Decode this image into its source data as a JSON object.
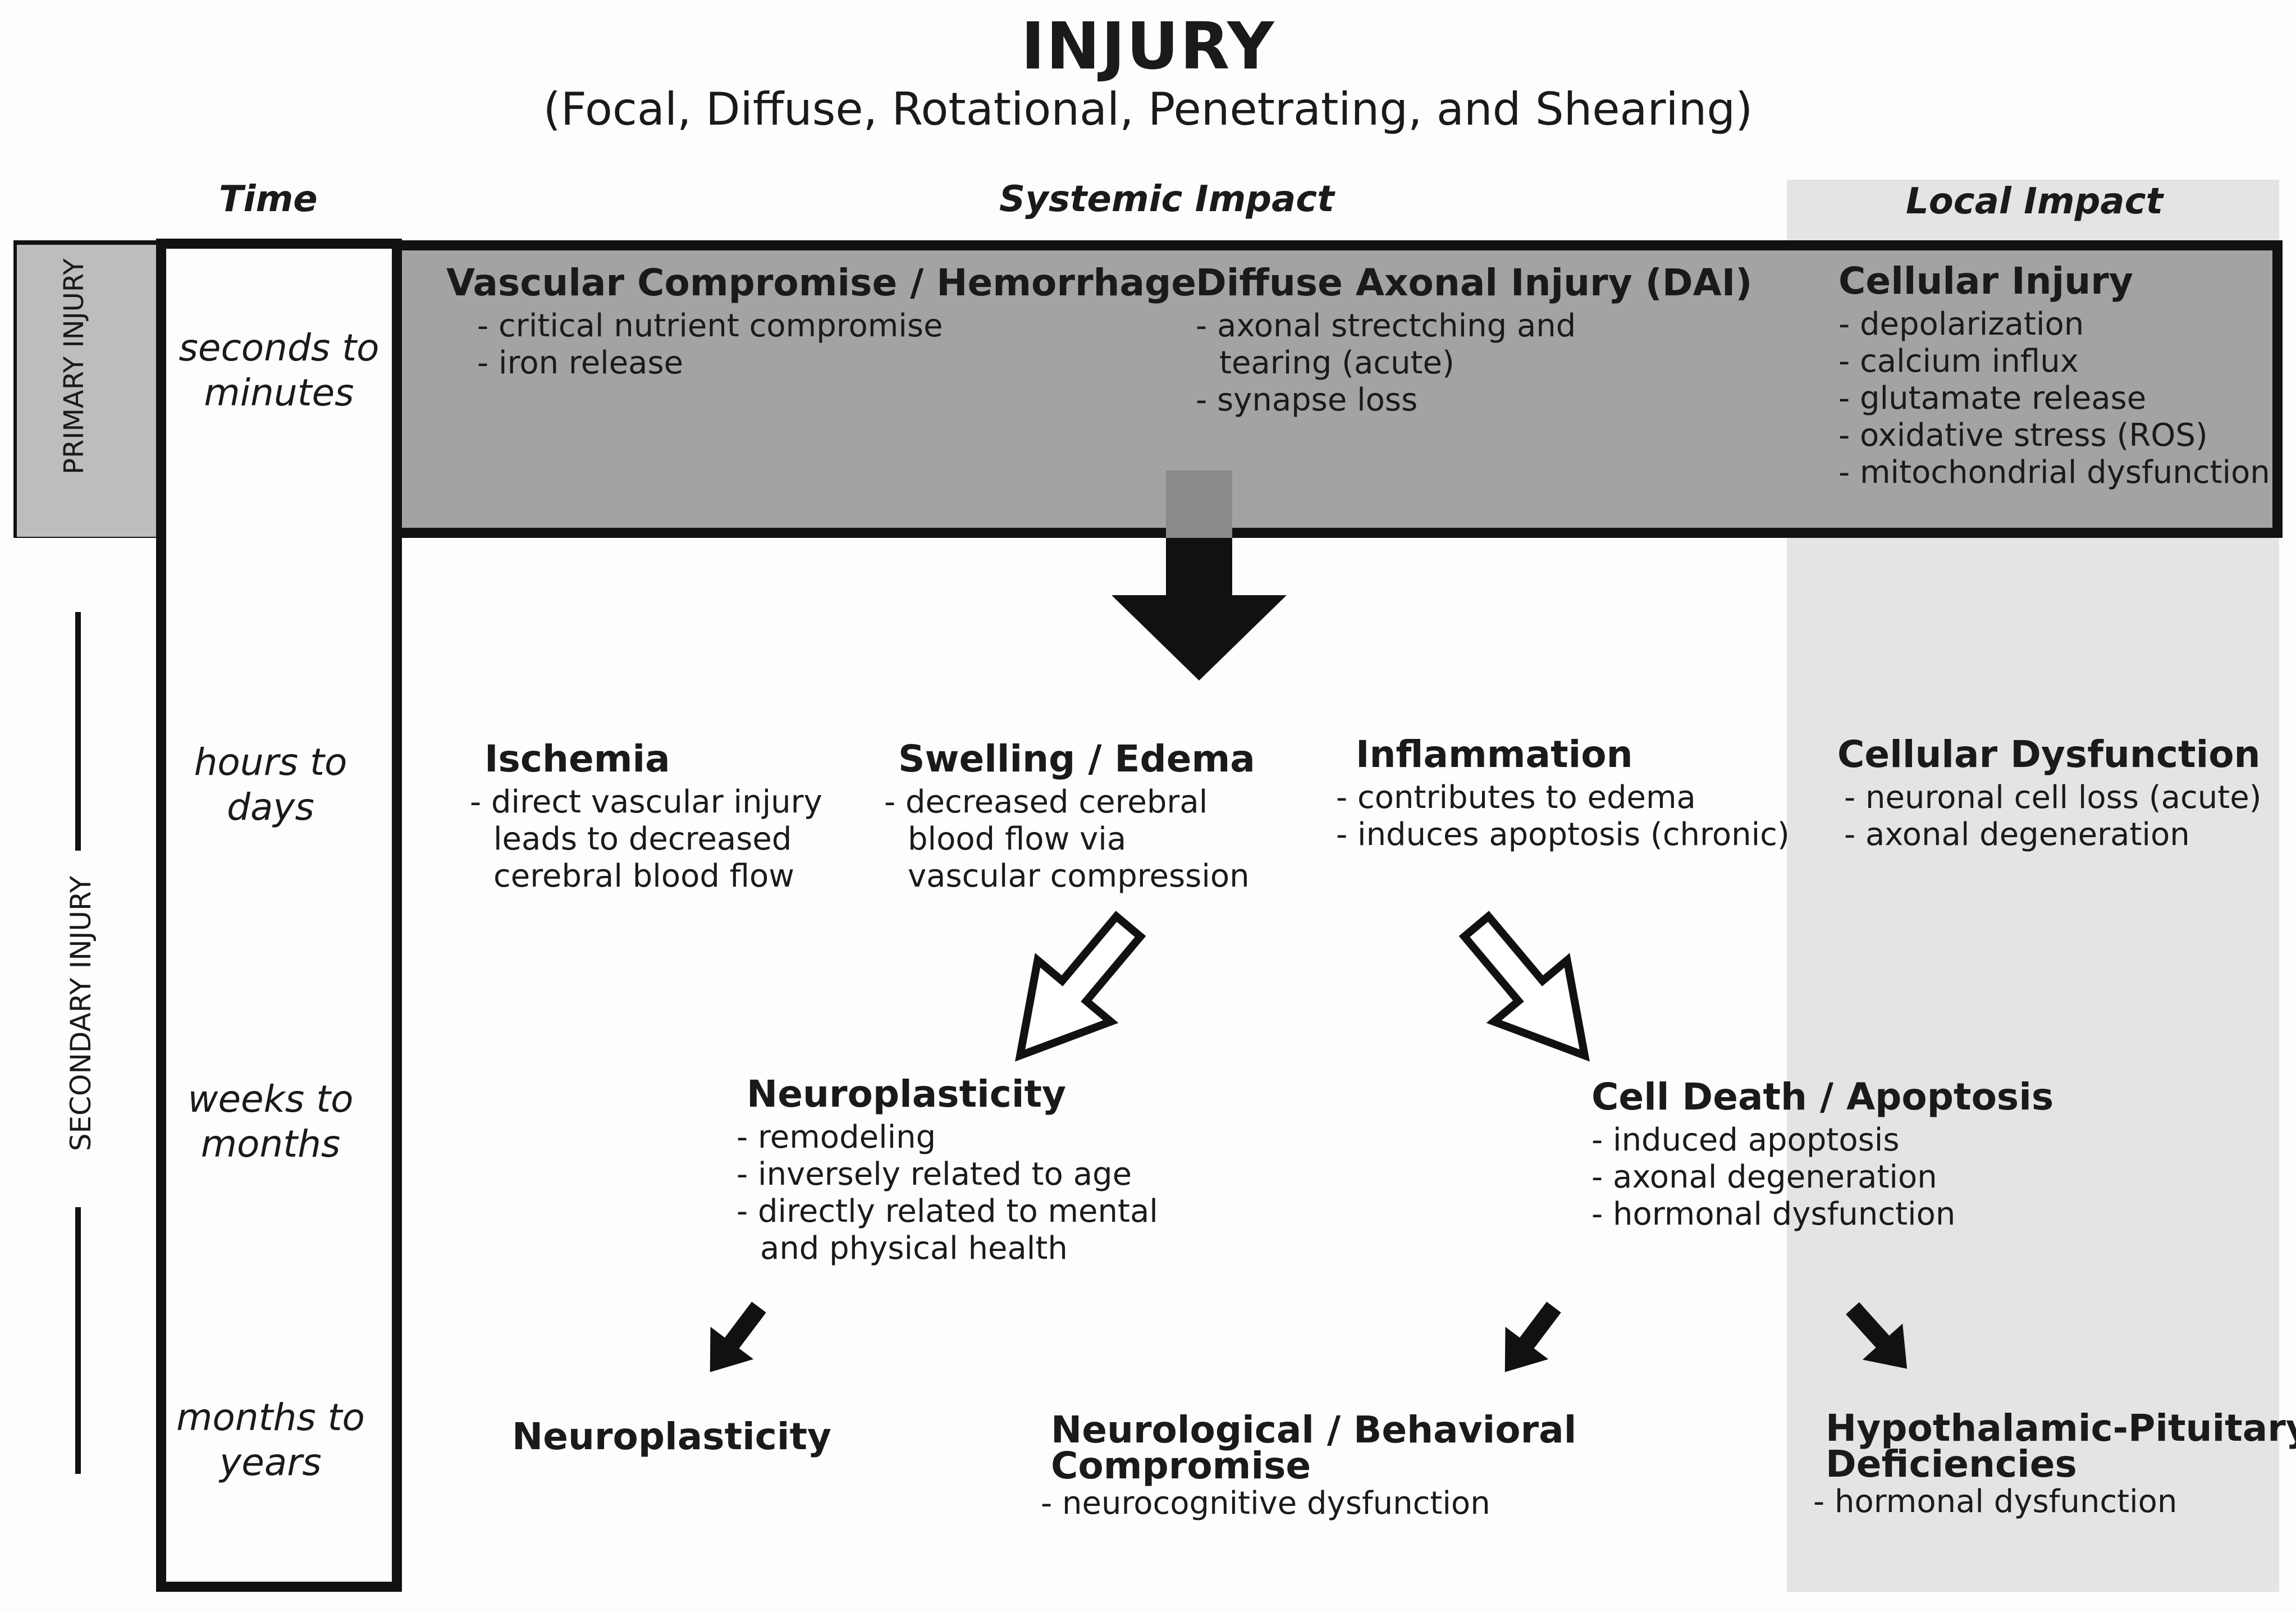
{
  "header": {
    "title": "INJURY",
    "subtitle": "(Focal, Diffuse, Rotational, Penetrating, and Shearing)"
  },
  "columns": {
    "time": "Time",
    "systemic": "Systemic Impact",
    "local": "Local Impact"
  },
  "rows": {
    "primary": "PRIMARY INJURY",
    "secondary": "SECONDARY INJURY"
  },
  "times": {
    "t1": "seconds to minutes",
    "t2": "hours to days",
    "t3": "weeks to months",
    "t4": "months to years"
  },
  "primary": {
    "vascular": {
      "title": "Vascular Compromise / Hemorrhage",
      "items": [
        "- critical nutrient compromise",
        "- iron release"
      ]
    },
    "dai": {
      "title": "Diffuse Axonal Injury (DAI)",
      "items": [
        "- axonal strectching and",
        "tearing (acute)",
        "- synapse loss"
      ]
    },
    "cellular": {
      "title": "Cellular Injury",
      "items": [
        "- depolarization",
        "- calcium influx",
        "- glutamate release",
        "- oxidative stress (ROS)",
        "- mitochondrial dysfunction"
      ]
    }
  },
  "secondary": {
    "ischemia": {
      "title": "Ischemia",
      "items": [
        "- direct vascular injury",
        "leads to decreased",
        "cerebral blood flow"
      ]
    },
    "swelling": {
      "title": "Swelling / Edema",
      "items": [
        "- decreased cerebral",
        "blood flow via",
        "vascular compression"
      ]
    },
    "inflammation": {
      "title": "Inflammation",
      "items": [
        "- contributes to edema",
        "- induces apoptosis (chronic)"
      ]
    },
    "cellular_dysfunction": {
      "title": "Cellular Dysfunction",
      "items": [
        "- neuronal cell loss (acute)",
        "- axonal degeneration"
      ]
    },
    "neuroplasticity": {
      "title": "Neuroplasticity",
      "items": [
        "- remodeling",
        "- inversely related to age",
        "- directly related to mental",
        "and physical health"
      ]
    },
    "cell_death": {
      "title": "Cell Death / Apoptosis",
      "items": [
        "- induced apoptosis",
        "- axonal degeneration",
        "- hormonal dysfunction"
      ]
    }
  },
  "outcomes": {
    "neuroplasticity": {
      "title": "Neuroplasticity"
    },
    "neurological": {
      "title_line1": "Neurological / Behavioral",
      "title_line2": "Compromise",
      "items": [
        "- neurocognitive dysfunction"
      ]
    },
    "hypothalamic": {
      "title_line1": "Hypothalamic-Pituitary",
      "title_line2": "Deficiencies",
      "items": [
        "- hormonal dysfunction"
      ]
    }
  }
}
